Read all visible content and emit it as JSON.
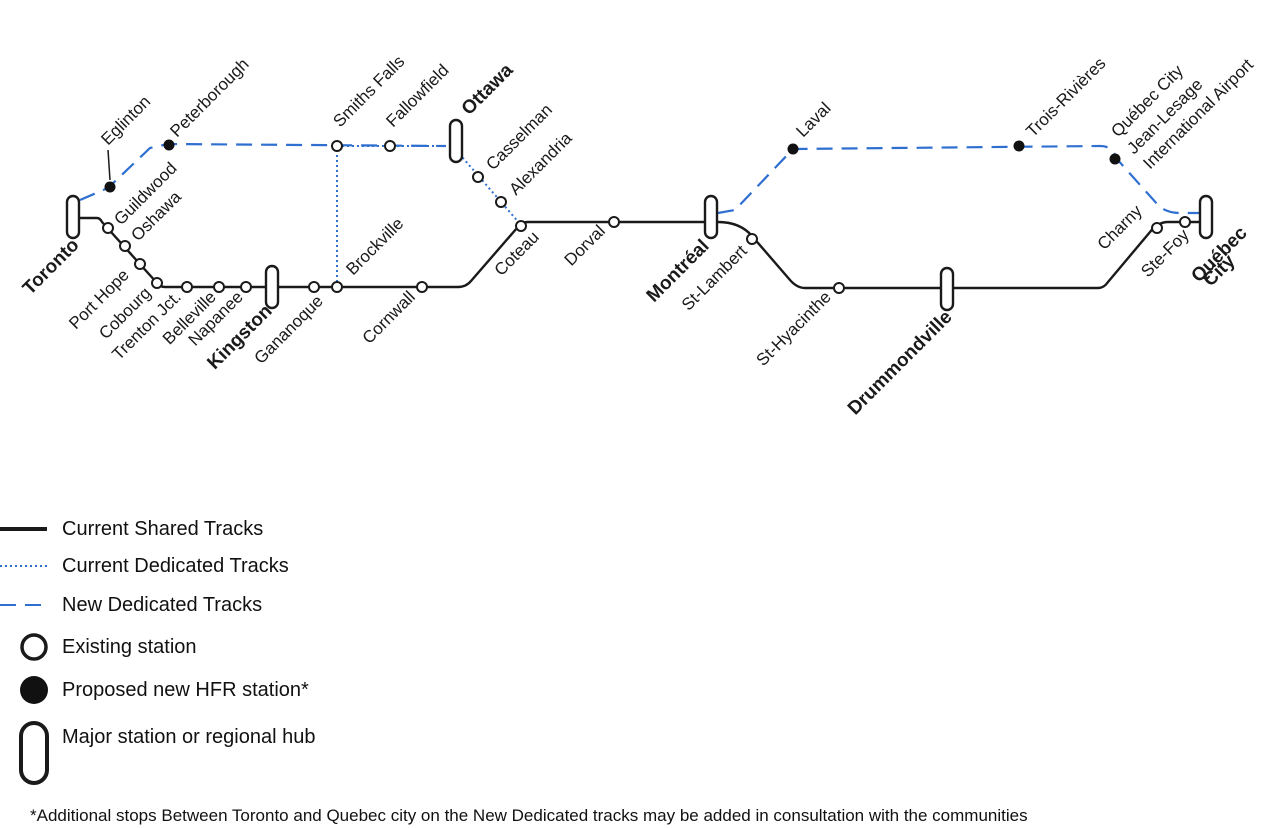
{
  "colors": {
    "shared": "#1a1a1a",
    "dedicated": "#2f6fd0",
    "new": "#2f6fd0"
  },
  "stations": {
    "toronto": "Toronto",
    "eglinton": "Eglinton",
    "peterborough": "Peterborough",
    "guildwood": "Guildwood",
    "oshawa": "Oshawa",
    "port_hope": "Port Hope",
    "cobourg": "Cobourg",
    "trenton": "Trenton Jct.",
    "belleville": "Belleville",
    "napanee": "Napanee",
    "kingston": "Kingston",
    "gananoque": "Gananoque",
    "brockville": "Brockville",
    "smiths_falls": "Smiths Falls",
    "fallowfield": "Fallowfield",
    "ottawa": "Ottawa",
    "casselman": "Casselman",
    "alexandria": "Alexandria",
    "cornwall": "Cornwall",
    "coteau": "Coteau",
    "dorval": "Dorval",
    "montreal": "Montréal",
    "st_lambert": "St-Lambert",
    "laval": "Laval",
    "st_hyacinthe": "St-Hyacinthe",
    "drummondville": "Drummondville",
    "trois_rivieres": "Trois-Rivières",
    "airport_1": "Québec City",
    "airport_2": "Jean-Lesage",
    "airport_3": "International Airport",
    "charny": "Charny",
    "ste_foy": "Ste-Foy",
    "quebec_1": "Québec",
    "quebec_2": "City"
  },
  "legend": {
    "shared": "Current Shared Tracks",
    "dedicated": "Current Dedicated Tracks",
    "new": "New Dedicated Tracks",
    "existing": "Existing station",
    "proposed": "Proposed new HFR station*",
    "hub": "Major station or regional hub"
  },
  "footnote": "*Additional stops Between Toronto and Quebec city on the New Dedicated tracks may be added in consultation with the communities"
}
